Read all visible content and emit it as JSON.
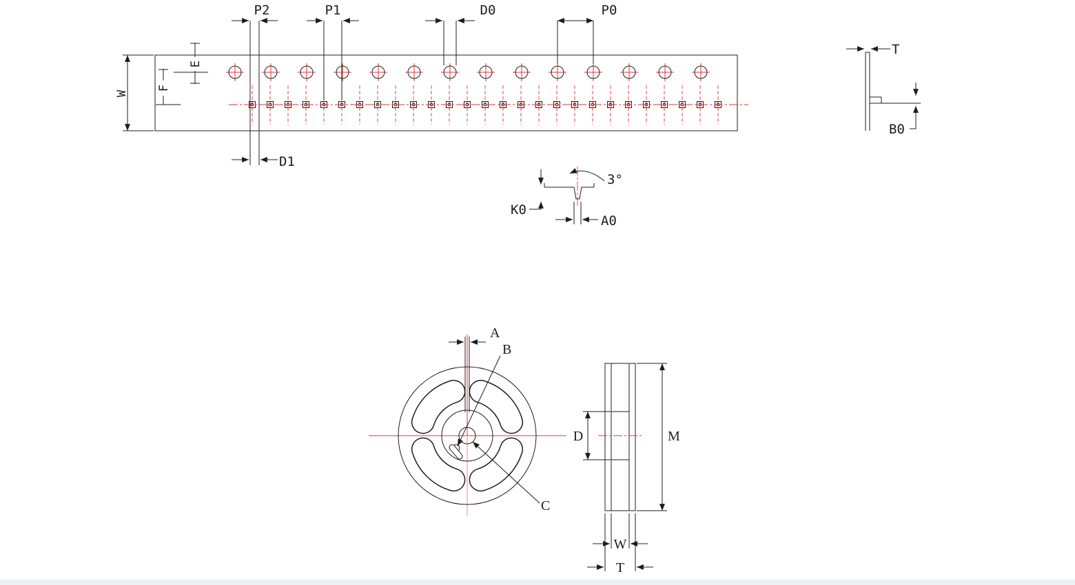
{
  "colors": {
    "line": "#1c1c1c",
    "centerline_red": "#e8302e",
    "centerline_pink": "#f19a9a",
    "footer_bar": "#eef1f4"
  },
  "tape_view": {
    "sprocket_hole_count": 14,
    "pocket_count": 27,
    "labels": {
      "p2": "P2",
      "p1": "P1",
      "d0": "D0",
      "p0": "P0",
      "e": "E",
      "f": "F",
      "w": "W",
      "d1": "D1"
    }
  },
  "tape_section_view": {
    "labels": {
      "t": "T",
      "b0": "B0"
    }
  },
  "pocket_detail": {
    "labels": {
      "angle": "3°",
      "k0": "K0",
      "a0": "A0"
    }
  },
  "reel_front_view": {
    "labels": {
      "a": "A",
      "b": "B",
      "c": "C"
    }
  },
  "reel_side_view": {
    "labels": {
      "d": "D",
      "m": "M",
      "w": "W",
      "t": "T"
    }
  }
}
